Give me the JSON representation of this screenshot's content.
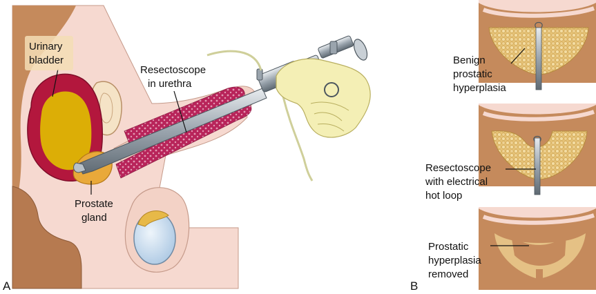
{
  "panel_a": {
    "letter": "A",
    "labels": {
      "bladder": [
        "Urinary",
        "bladder"
      ],
      "resectoscope": [
        "Resectoscope",
        "in urethra"
      ],
      "prostate": [
        "Prostate",
        "gland"
      ]
    }
  },
  "panel_b": {
    "letter": "B",
    "stages": [
      {
        "lines": [
          "Benign",
          "prostatic",
          "hyperplasia"
        ]
      },
      {
        "lines": [
          "Resectoscope",
          "with electrical",
          "hot loop"
        ]
      },
      {
        "lines": [
          "Prostatic",
          "hyperplasia",
          "removed"
        ]
      }
    ]
  },
  "colors": {
    "tissue_pink": "#f6d9d0",
    "tissue_brown": "#c58a5c",
    "bladder_red": "#b3173d",
    "bladder_yellow": "#dcae06",
    "prostate_orange": "#e9a93a",
    "hand_yellow": "#f4efb5",
    "instrument_gray": "#9aa4ad",
    "testis_blue": "#c9dcee"
  }
}
